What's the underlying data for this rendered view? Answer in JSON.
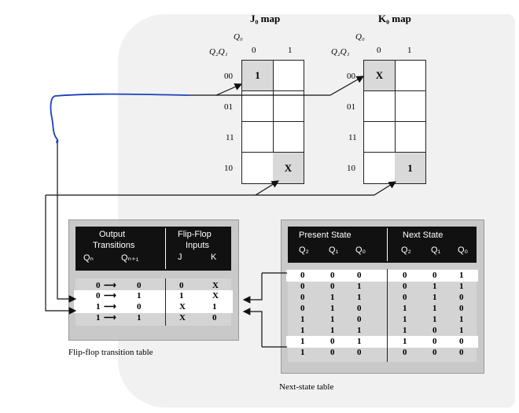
{
  "j_map": {
    "title": "J₀ map",
    "corner_top": "Q₀",
    "corner_left": "Q₂Q₁",
    "col_labels": [
      "0",
      "1"
    ],
    "row_labels": [
      "00",
      "01",
      "11",
      "10"
    ],
    "cells": [
      [
        "1",
        ""
      ],
      [
        "",
        ""
      ],
      [
        "",
        ""
      ],
      [
        "",
        "X"
      ]
    ]
  },
  "k_map": {
    "title": "K₀ map",
    "corner_top": "Q₀",
    "corner_left": "Q₂Q₁",
    "col_labels": [
      "0",
      "1"
    ],
    "row_labels": [
      "00",
      "01",
      "11",
      "10"
    ],
    "cells": [
      [
        "X",
        ""
      ],
      [
        "",
        ""
      ],
      [
        "",
        ""
      ],
      [
        "",
        "1"
      ]
    ]
  },
  "ff_table": {
    "header_left_1": "Output",
    "header_left_2": "Transitions",
    "header_qn": "Qₙ",
    "header_qn1": "Qₙ₊₁",
    "header_right_1": "Flip-Flop",
    "header_right_2": "Inputs",
    "header_j": "J",
    "header_k": "K",
    "rows": [
      {
        "qn": "0",
        "arrow": "⟶",
        "qn1": "0",
        "j": "0",
        "k": "X"
      },
      {
        "qn": "0",
        "arrow": "⟶",
        "qn1": "1",
        "j": "1",
        "k": "X"
      },
      {
        "qn": "1",
        "arrow": "⟶",
        "qn1": "0",
        "j": "X",
        "k": "1"
      },
      {
        "qn": "1",
        "arrow": "⟶",
        "qn1": "1",
        "j": "X",
        "k": "0"
      }
    ],
    "caption": "Flip-flop transition table"
  },
  "ns_table": {
    "header_present": "Present State",
    "header_next": "Next State",
    "cols": [
      "Q₂",
      "Q₁",
      "Q₀",
      "Q₂",
      "Q₁",
      "Q₀"
    ],
    "rows": [
      [
        "0",
        "0",
        "0",
        "0",
        "0",
        "1"
      ],
      [
        "0",
        "0",
        "1",
        "0",
        "1",
        "1"
      ],
      [
        "0",
        "1",
        "1",
        "0",
        "1",
        "0"
      ],
      [
        "0",
        "1",
        "0",
        "1",
        "1",
        "0"
      ],
      [
        "1",
        "1",
        "0",
        "1",
        "1",
        "1"
      ],
      [
        "1",
        "1",
        "1",
        "1",
        "0",
        "1"
      ],
      [
        "1",
        "0",
        "1",
        "1",
        "0",
        "0"
      ],
      [
        "1",
        "0",
        "0",
        "0",
        "0",
        "0"
      ]
    ],
    "caption": "Next-state table"
  }
}
